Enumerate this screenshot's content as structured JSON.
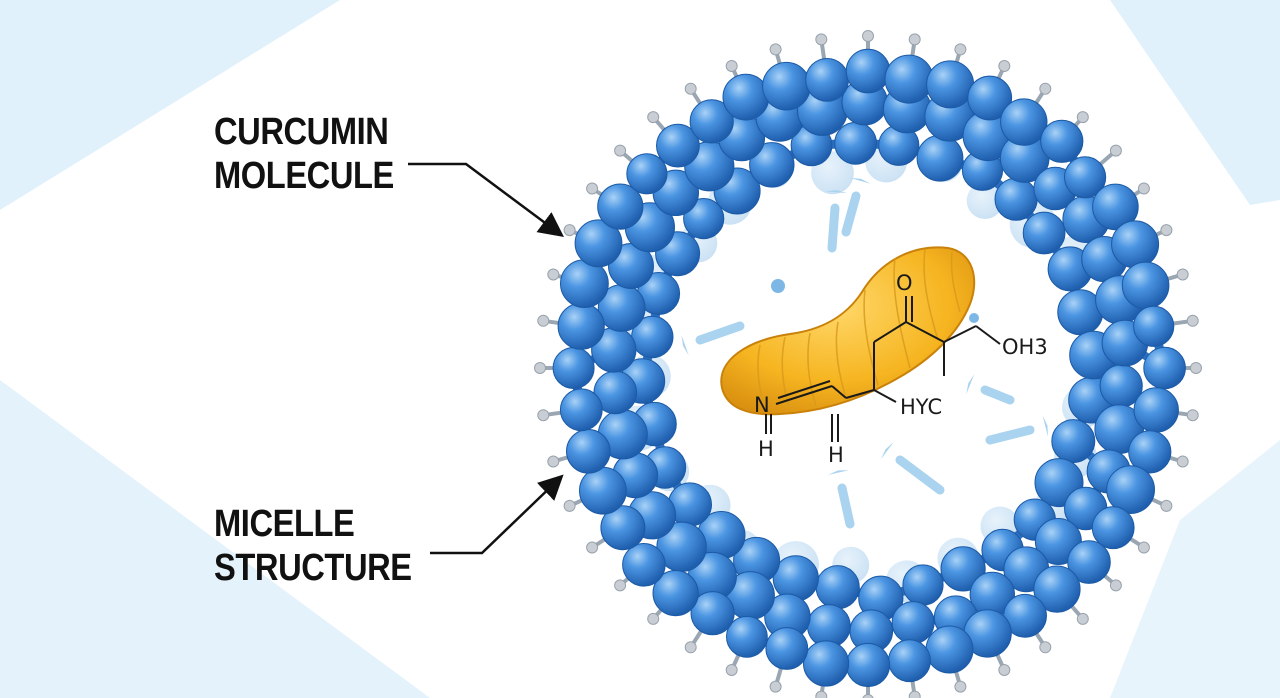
{
  "callouts": {
    "curcumin": {
      "line1": "CURCUMIN",
      "line2": "MOLECULE"
    },
    "micelle": {
      "line1": "MICELLE",
      "line2": "STRUCTURE"
    }
  },
  "chemical_labels": {
    "oxygen": "O",
    "hydroxyl_methyl": "OH3",
    "hyc": "HYC",
    "nitrogen": "N",
    "h_left": "H",
    "h_bottom": "H"
  },
  "colors": {
    "sphere": "#3b82d6",
    "sphere_dark": "#1f5fae",
    "sphere_highlight": "#9fcaf5",
    "core": "#f6b521",
    "core_dark": "#d58a0d",
    "arrow": "#a9d3ef",
    "background_tint": "#e1f1fb"
  }
}
